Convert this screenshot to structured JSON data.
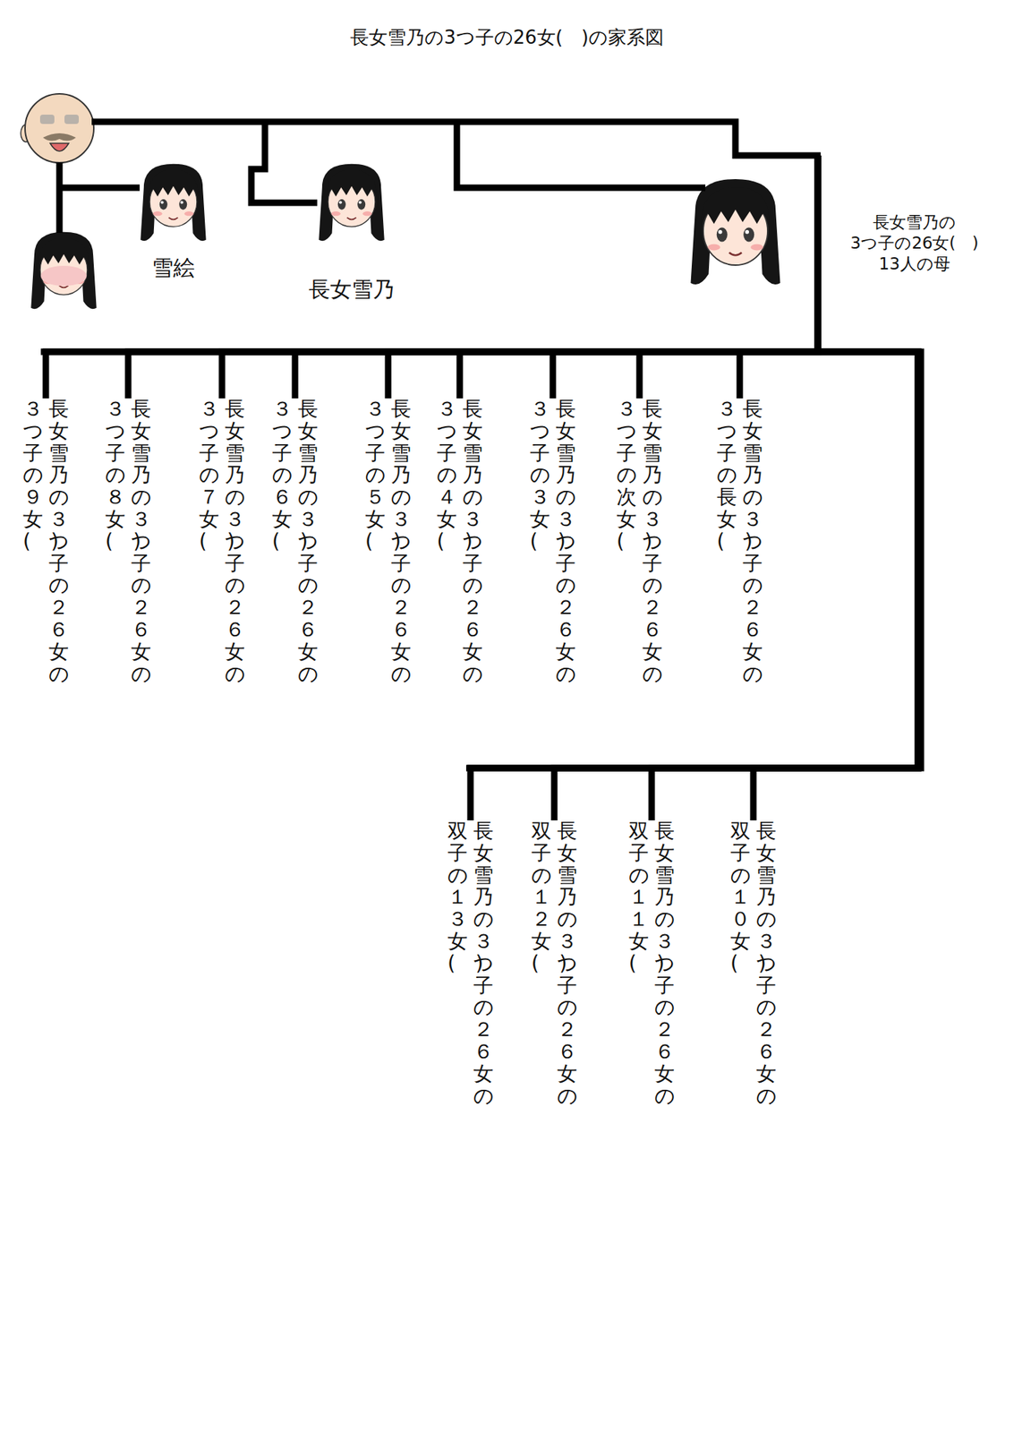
{
  "diagram": {
    "title": "長女雪乃の3つ子の26女(　)の家系図",
    "nodes": [
      {
        "text": [
          "雪絵"
        ]
      },
      {
        "text": [
          "長女雪乃"
        ]
      },
      {
        "text": [
          "長女雪乃の 3つ子の26女(　) 13人の母"
        ]
      },
      {
        "text": [
          "長女雪乃の３つ子の２６女の ３つ子の長女(　)"
        ]
      },
      {
        "text": [
          "長女雪乃の３つ子の２６女の ３つ子の次女(　)"
        ]
      },
      {
        "text": [
          "長女雪乃の３つ子の２６女の ３つ子の３女(　)"
        ]
      },
      {
        "text": [
          "長女雪乃の３つ子の２６女の ３つ子の４女(　)"
        ]
      },
      {
        "text": [
          "長女雪乃の３つ子の２６女の ３つ子の５女(　)"
        ]
      },
      {
        "text": [
          "長女雪乃の３つ子の２６女の ３つ子の６女(　)"
        ]
      },
      {
        "text": [
          "長女雪乃の３つ子の２６女の ３つ子の７女(　)"
        ]
      },
      {
        "text": [
          "長女雪乃の３つ子の２６女の ３つ子の８女(　)"
        ]
      },
      {
        "text": [
          "長女雪乃の３つ子の２６女の ３つ子の９女(　)"
        ]
      },
      {
        "text": [
          "長女雪乃の３つ子の２６女の 双子の１０女(　)"
        ]
      },
      {
        "text": [
          "長女雪乃の３つ子の２６女の 双子の１１女(　)"
        ]
      },
      {
        "text": [
          "長女雪乃の３つ子の２６女の 双子の１２女(　)"
        ]
      },
      {
        "text": [
          "長女雪乃の３つ子の２６女の 双子の１３女(　)"
        ]
      }
    ],
    "edges": [
      {
        "from": 2,
        "to": 3,
        "arrow": "none"
      },
      {
        "from": 2,
        "to": 4,
        "arrow": "none"
      },
      {
        "from": 2,
        "to": 5,
        "arrow": "none"
      },
      {
        "from": 2,
        "to": 6,
        "arrow": "none"
      },
      {
        "from": 2,
        "to": 7,
        "arrow": "none"
      },
      {
        "from": 2,
        "to": 8,
        "arrow": "none"
      },
      {
        "from": 2,
        "to": 9,
        "arrow": "none"
      },
      {
        "from": 2,
        "to": 10,
        "arrow": "none"
      },
      {
        "from": 2,
        "to": 11,
        "arrow": "none"
      },
      {
        "from": 2,
        "to": 12,
        "arrow": "none"
      },
      {
        "from": 2,
        "to": 13,
        "arrow": "none"
      },
      {
        "from": 2,
        "to": 14,
        "arrow": "none"
      },
      {
        "from": 2,
        "to": 15,
        "arrow": "none"
      }
    ]
  }
}
